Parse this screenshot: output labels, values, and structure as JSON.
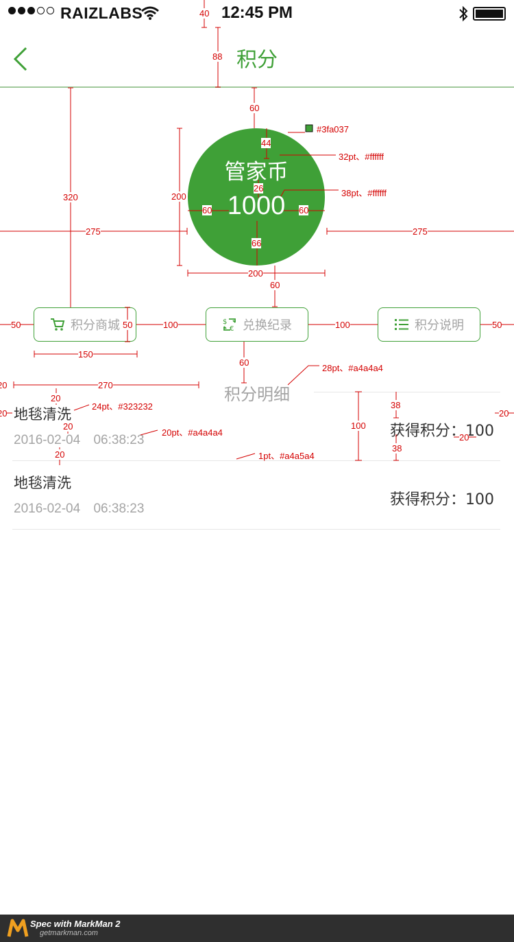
{
  "status_bar": {
    "carrier": "RAIZLABS",
    "time": "12:45 PM"
  },
  "nav": {
    "title": "积分"
  },
  "coin": {
    "label": "管家币",
    "value": "1000"
  },
  "actions": [
    {
      "label": "积分商城",
      "icon": "cart-icon"
    },
    {
      "label": "兑换纪录",
      "icon": "exchange-icon"
    },
    {
      "label": "积分说明",
      "icon": "list-icon"
    }
  ],
  "detail": {
    "title": "积分明细"
  },
  "records": [
    {
      "name": "地毯清洗",
      "date": "2016-02-04 06:38:23",
      "points": "获得积分：100"
    },
    {
      "name": "地毯清洗",
      "date": "2016-02-04 06:38:23",
      "points": "获得积分：100"
    }
  ],
  "annotations": {
    "d40": "40",
    "d88": "88",
    "d60a": "60",
    "d320": "320",
    "d275l": "275",
    "d275r": "275",
    "d200h": "200",
    "d200w": "200",
    "d44": "44",
    "d26": "26",
    "d66": "66",
    "d60l": "60",
    "d60r": "60",
    "d60b": "60",
    "d60c": "60",
    "d50a": "50",
    "d100a": "100",
    "d100b": "100",
    "d50b": "50",
    "d50h": "50",
    "d150": "150",
    "d20l": "20",
    "d270": "270",
    "d20a": "20",
    "d20b": "20",
    "d20c": "20",
    "d20x": "20",
    "d100row": "100",
    "d38a": "38",
    "d38b": "38",
    "d20r": "20",
    "d20rr": "20",
    "n_color": "#3fa037",
    "n_label": "32pt、#ffffff",
    "n_value": "38pt、#ffffff",
    "n_title": "28pt、#a4a4a4",
    "n_name": "24pt、#323232",
    "n_date": "20pt、#a4a4a4",
    "n_line": "1pt、#a4a5a4"
  },
  "footer": {
    "brand": "Spec with MarkMan 2",
    "site": "getmarkman.com"
  },
  "colors": {
    "accent": "#3fa037",
    "gray": "#a4a4a4",
    "text": "#323232",
    "annotation": "#d40000"
  }
}
